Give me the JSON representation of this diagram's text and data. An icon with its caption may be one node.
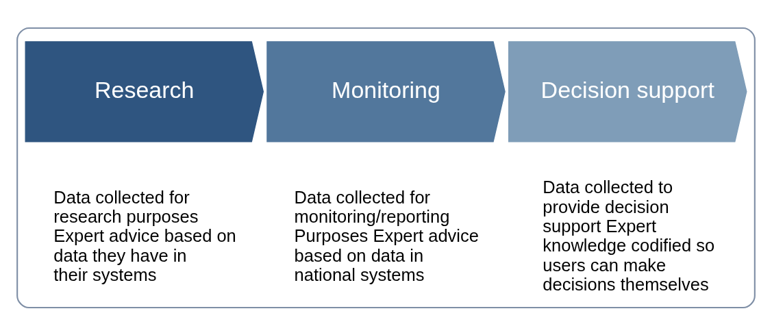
{
  "diagram": {
    "nodes": [
      {
        "text": [],
        "shape": "box"
      },
      {
        "text": [
          "Research"
        ],
        "in": 0,
        "beside": [
          "Data collected for research purposes Expert advice based on data they have in their systems"
        ]
      },
      {
        "text": [
          "Monitoring"
        ],
        "in": 0,
        "beside": [
          "Data collected for monitoring/reporting Purposes Expert advice based on data in national systems"
        ]
      },
      {
        "text": [
          "Decision support"
        ],
        "in": 0,
        "beside": [
          "Data collected to provide decision support Expert knowledge codified so users can make decisions themselves"
        ]
      }
    ]
  }
}
